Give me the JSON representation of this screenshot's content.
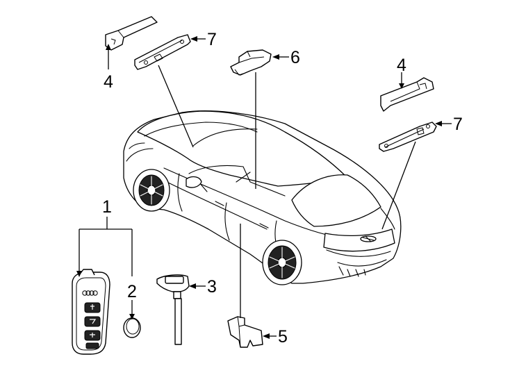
{
  "callouts": {
    "c1": "1",
    "c2": "2",
    "c3": "3",
    "c4_left": "4",
    "c4_right": "4",
    "c5": "5",
    "c6": "6",
    "c7_left": "7",
    "c7_right": "7"
  },
  "icons": {
    "vehicle": "sedan-illustration",
    "key": "key-fob-icon",
    "battery": "coin-battery-icon",
    "emergency_key": "emergency-key-blade-icon"
  },
  "colors": {
    "line": "#000000",
    "background": "#ffffff"
  }
}
